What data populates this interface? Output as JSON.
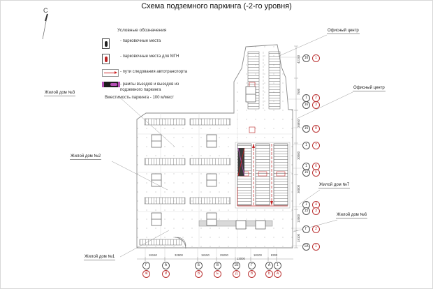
{
  "title": "Схема подземного паркинга (-2-го уровня)",
  "north_label": "С",
  "legend": {
    "heading": "Условные обозначения",
    "items": [
      {
        "icon": "parking-stall-icon",
        "label": "- парковочные места"
      },
      {
        "icon": "accessible-parking-stall-icon",
        "label": "- парковочные места для МГН"
      },
      {
        "icon": "traffic-route-icon",
        "label": "- пути следования автотранспорта"
      },
      {
        "icon": "ramp-icon",
        "label": "- рампы въездов и выездов из подземного паркинга"
      }
    ],
    "capacity_note": "Вместимость паркинга - 100 м/мест"
  },
  "building_labels": {
    "dom3": "Жилой дом №3",
    "dom2": "Жилой дом №2",
    "dom1": "Жилой дом №1",
    "office_top": "Офисный центр",
    "office_mid": "Офисный центр",
    "dom7": "Жилой дом №7",
    "dom6": "Жилой дом №6"
  },
  "axes": {
    "right": [
      {
        "b": "16",
        "r": "1"
      },
      {
        "b": "1",
        "r": "2"
      },
      {
        "b": "16",
        "r": "3"
      },
      {
        "b": "15",
        "r": "8"
      },
      {
        "b": "1",
        "r": "7"
      },
      {
        "b": "1",
        "r": "6"
      },
      {
        "b": "15",
        "r": "5"
      },
      {
        "b": "1",
        "r": "4"
      },
      {
        "b": "15",
        "r": "3"
      },
      {
        "b": "Г",
        "r": "2"
      },
      {
        "b": "1А",
        "r": "1"
      }
    ],
    "bottom": [
      {
        "b": "Г",
        "r": "Ж"
      },
      {
        "b": "А",
        "r": "И"
      },
      {
        "b": "Б",
        "r": "В"
      },
      {
        "b": "В",
        "r": "Е"
      },
      {
        "b": "1Б",
        "r": "Д"
      },
      {
        "b": "Г",
        "r": "В"
      },
      {
        "b": "А",
        "r": "Б"
      },
      {
        "b": "1",
        "r": "А"
      }
    ],
    "bottom_dims": [
      "18150",
      "32900",
      "18150",
      "29200",
      "13000",
      "18100",
      "8300"
    ],
    "right_dims": [
      "42150",
      "7500",
      "34850",
      "30000",
      "30000",
      "13000",
      "18100"
    ]
  },
  "colors": {
    "route_red": "#c22222",
    "axis_red": "#b33333",
    "ramp_magenta": "#b44fb4",
    "plan_gray": "#8a8a8a"
  }
}
